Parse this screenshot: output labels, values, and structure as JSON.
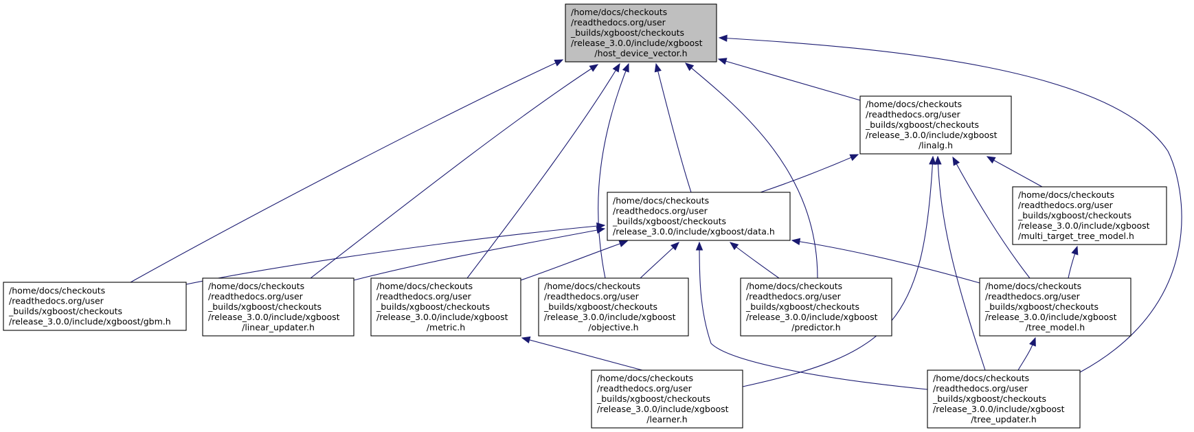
{
  "colors": {
    "edge": "#191970",
    "root_fill": "#bfbfbf",
    "node_fill": "#ffffff",
    "border": "#000000"
  },
  "nodes": [
    {
      "id": "host_device_vector",
      "lines": [
        "/home/docs/checkouts",
        "/readthedocs.org/user",
        "_builds/xgboost/checkouts",
        "/release_3.0.0/include/xgboost",
        "/host_device_vector.h"
      ],
      "highlighted": true
    },
    {
      "id": "linalg",
      "lines": [
        "/home/docs/checkouts",
        "/readthedocs.org/user",
        "_builds/xgboost/checkouts",
        "/release_3.0.0/include/xgboost",
        "/linalg.h"
      ]
    },
    {
      "id": "data",
      "lines": [
        "/home/docs/checkouts",
        "/readthedocs.org/user",
        "_builds/xgboost/checkouts",
        "/release_3.0.0/include/xgboost/data.h"
      ]
    },
    {
      "id": "multi_target_tree_model",
      "lines": [
        "/home/docs/checkouts",
        "/readthedocs.org/user",
        "_builds/xgboost/checkouts",
        "/release_3.0.0/include/xgboost",
        "/multi_target_tree_model.h"
      ]
    },
    {
      "id": "gbm",
      "lines": [
        "/home/docs/checkouts",
        "/readthedocs.org/user",
        "_builds/xgboost/checkouts",
        "/release_3.0.0/include/xgboost/gbm.h"
      ]
    },
    {
      "id": "linear_updater",
      "lines": [
        "/home/docs/checkouts",
        "/readthedocs.org/user",
        "_builds/xgboost/checkouts",
        "/release_3.0.0/include/xgboost",
        "/linear_updater.h"
      ]
    },
    {
      "id": "metric",
      "lines": [
        "/home/docs/checkouts",
        "/readthedocs.org/user",
        "_builds/xgboost/checkouts",
        "/release_3.0.0/include/xgboost",
        "/metric.h"
      ]
    },
    {
      "id": "objective",
      "lines": [
        "/home/docs/checkouts",
        "/readthedocs.org/user",
        "_builds/xgboost/checkouts",
        "/release_3.0.0/include/xgboost",
        "/objective.h"
      ]
    },
    {
      "id": "predictor",
      "lines": [
        "/home/docs/checkouts",
        "/readthedocs.org/user",
        "_builds/xgboost/checkouts",
        "/release_3.0.0/include/xgboost",
        "/predictor.h"
      ]
    },
    {
      "id": "tree_model",
      "lines": [
        "/home/docs/checkouts",
        "/readthedocs.org/user",
        "_builds/xgboost/checkouts",
        "/release_3.0.0/include/xgboost",
        "/tree_model.h"
      ]
    },
    {
      "id": "learner",
      "lines": [
        "/home/docs/checkouts",
        "/readthedocs.org/user",
        "_builds/xgboost/checkouts",
        "/release_3.0.0/include/xgboost",
        "/learner.h"
      ]
    },
    {
      "id": "tree_updater",
      "lines": [
        "/home/docs/checkouts",
        "/readthedocs.org/user",
        "_builds/xgboost/checkouts",
        "/release_3.0.0/include/xgboost",
        "/tree_updater.h"
      ]
    }
  ],
  "edges": [
    {
      "from": "gbm",
      "to": "host_device_vector"
    },
    {
      "from": "linear_updater",
      "to": "host_device_vector"
    },
    {
      "from": "metric",
      "to": "host_device_vector"
    },
    {
      "from": "objective",
      "to": "host_device_vector"
    },
    {
      "from": "data",
      "to": "host_device_vector"
    },
    {
      "from": "predictor",
      "to": "host_device_vector"
    },
    {
      "from": "linalg",
      "to": "host_device_vector"
    },
    {
      "from": "tree_updater",
      "to": "host_device_vector"
    },
    {
      "from": "data",
      "to": "linalg"
    },
    {
      "from": "multi_target_tree_model",
      "to": "linalg"
    },
    {
      "from": "tree_model",
      "to": "linalg"
    },
    {
      "from": "learner",
      "to": "linalg"
    },
    {
      "from": "tree_updater",
      "to": "linalg"
    },
    {
      "from": "gbm",
      "to": "data"
    },
    {
      "from": "linear_updater",
      "to": "data"
    },
    {
      "from": "metric",
      "to": "data"
    },
    {
      "from": "objective",
      "to": "data"
    },
    {
      "from": "predictor",
      "to": "data"
    },
    {
      "from": "tree_model",
      "to": "data"
    },
    {
      "from": "tree_updater",
      "to": "data"
    },
    {
      "from": "tree_model",
      "to": "multi_target_tree_model"
    },
    {
      "from": "tree_updater",
      "to": "tree_model"
    },
    {
      "from": "learner",
      "to": "metric"
    }
  ]
}
